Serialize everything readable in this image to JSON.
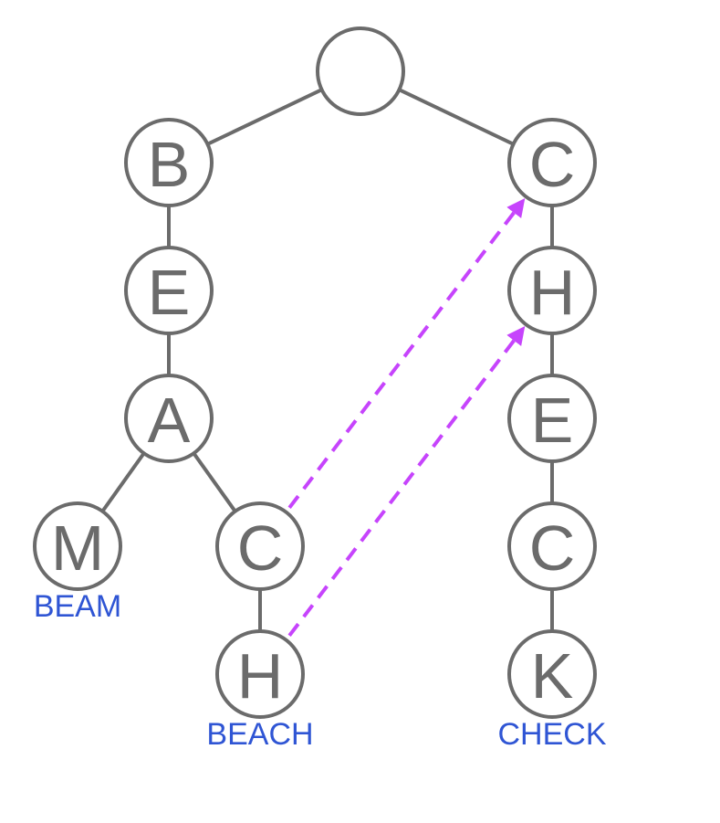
{
  "colors": {
    "node_stroke": "#6b6b6b",
    "letter": "#6b6b6b",
    "label": "#2f55d4",
    "link": "#c644fc"
  },
  "nodes": [
    {
      "id": "root",
      "letter": ""
    },
    {
      "id": "b",
      "letter": "B"
    },
    {
      "id": "be",
      "letter": "E"
    },
    {
      "id": "bea",
      "letter": "A"
    },
    {
      "id": "beam",
      "letter": "M"
    },
    {
      "id": "beac",
      "letter": "C"
    },
    {
      "id": "beach",
      "letter": "H"
    },
    {
      "id": "c",
      "letter": "C"
    },
    {
      "id": "ch",
      "letter": "H"
    },
    {
      "id": "che",
      "letter": "E"
    },
    {
      "id": "chec",
      "letter": "C"
    },
    {
      "id": "check",
      "letter": "K"
    }
  ],
  "edges": [
    [
      "root",
      "b"
    ],
    [
      "root",
      "c"
    ],
    [
      "b",
      "be"
    ],
    [
      "be",
      "bea"
    ],
    [
      "bea",
      "beam"
    ],
    [
      "bea",
      "beac"
    ],
    [
      "beac",
      "beach"
    ],
    [
      "c",
      "ch"
    ],
    [
      "ch",
      "che"
    ],
    [
      "che",
      "chec"
    ],
    [
      "chec",
      "check"
    ]
  ],
  "links": [
    [
      "beac",
      "c"
    ],
    [
      "beach",
      "ch"
    ]
  ],
  "labels": [
    {
      "node": "beam",
      "text": "BEAM"
    },
    {
      "node": "beach",
      "text": "BEACH"
    },
    {
      "node": "check",
      "text": "CHECK"
    }
  ]
}
